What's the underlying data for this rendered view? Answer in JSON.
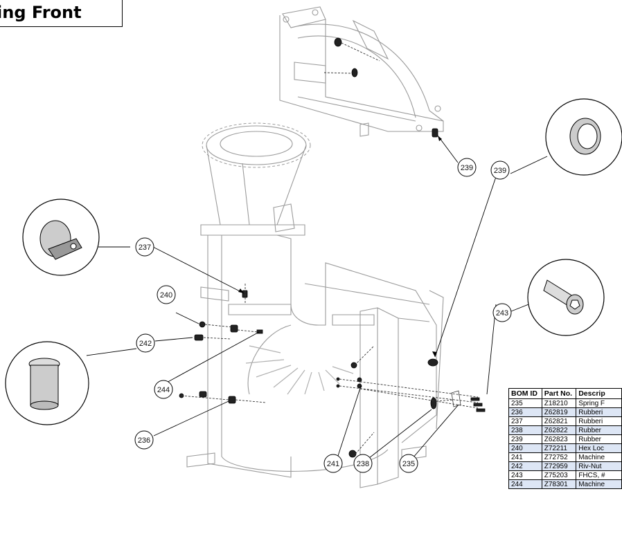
{
  "title": "ing Front",
  "callouts": {
    "c239a": "239",
    "c239b": "239",
    "c237": "237",
    "c240": "240",
    "c242": "242",
    "c244": "244",
    "c236": "236",
    "c243": "243",
    "c241": "241",
    "c238": "238",
    "c235": "235"
  },
  "bom": {
    "headers": [
      "BOM ID",
      "Part No.",
      "Descrip"
    ],
    "rows": [
      [
        "235",
        "Z18210",
        "Spring F"
      ],
      [
        "236",
        "Z62819",
        "Rubberi"
      ],
      [
        "237",
        "Z62821",
        "Rubberi"
      ],
      [
        "238",
        "Z62822",
        "Rubber"
      ],
      [
        "239",
        "Z62823",
        "Rubber"
      ],
      [
        "240",
        "Z72211",
        "Hex Loc"
      ],
      [
        "241",
        "Z72752",
        "Machine"
      ],
      [
        "242",
        "Z72959",
        "Riv-Nut"
      ],
      [
        "243",
        "Z75203",
        "FHCS, #"
      ],
      [
        "244",
        "Z78301",
        "Machine"
      ]
    ]
  }
}
